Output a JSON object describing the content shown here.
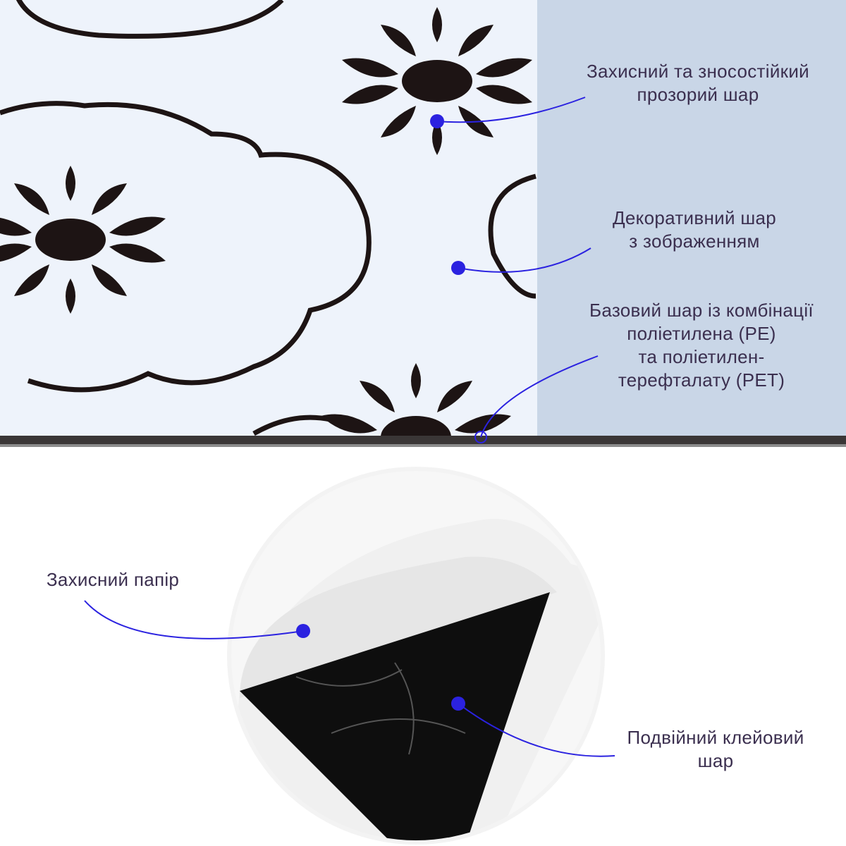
{
  "colors": {
    "accent": "#2b22e0",
    "text": "#3b2f4f",
    "panel": "#eef3fb",
    "overlay": "#c9d6e8"
  },
  "labels": {
    "top_layer": [
      "Захисний та зносостійкий",
      "прозорий шар"
    ],
    "decor_layer": [
      "Декоративний шар",
      "з зображенням"
    ],
    "base_layer": [
      "Базовий шар із комбінації",
      "поліетилена (PE)",
      "та поліетилен-",
      "терефталату (PET)"
    ],
    "paper": [
      "Захисний папір"
    ],
    "adhesive": [
      "Подвійний клейовий",
      "шар"
    ]
  }
}
